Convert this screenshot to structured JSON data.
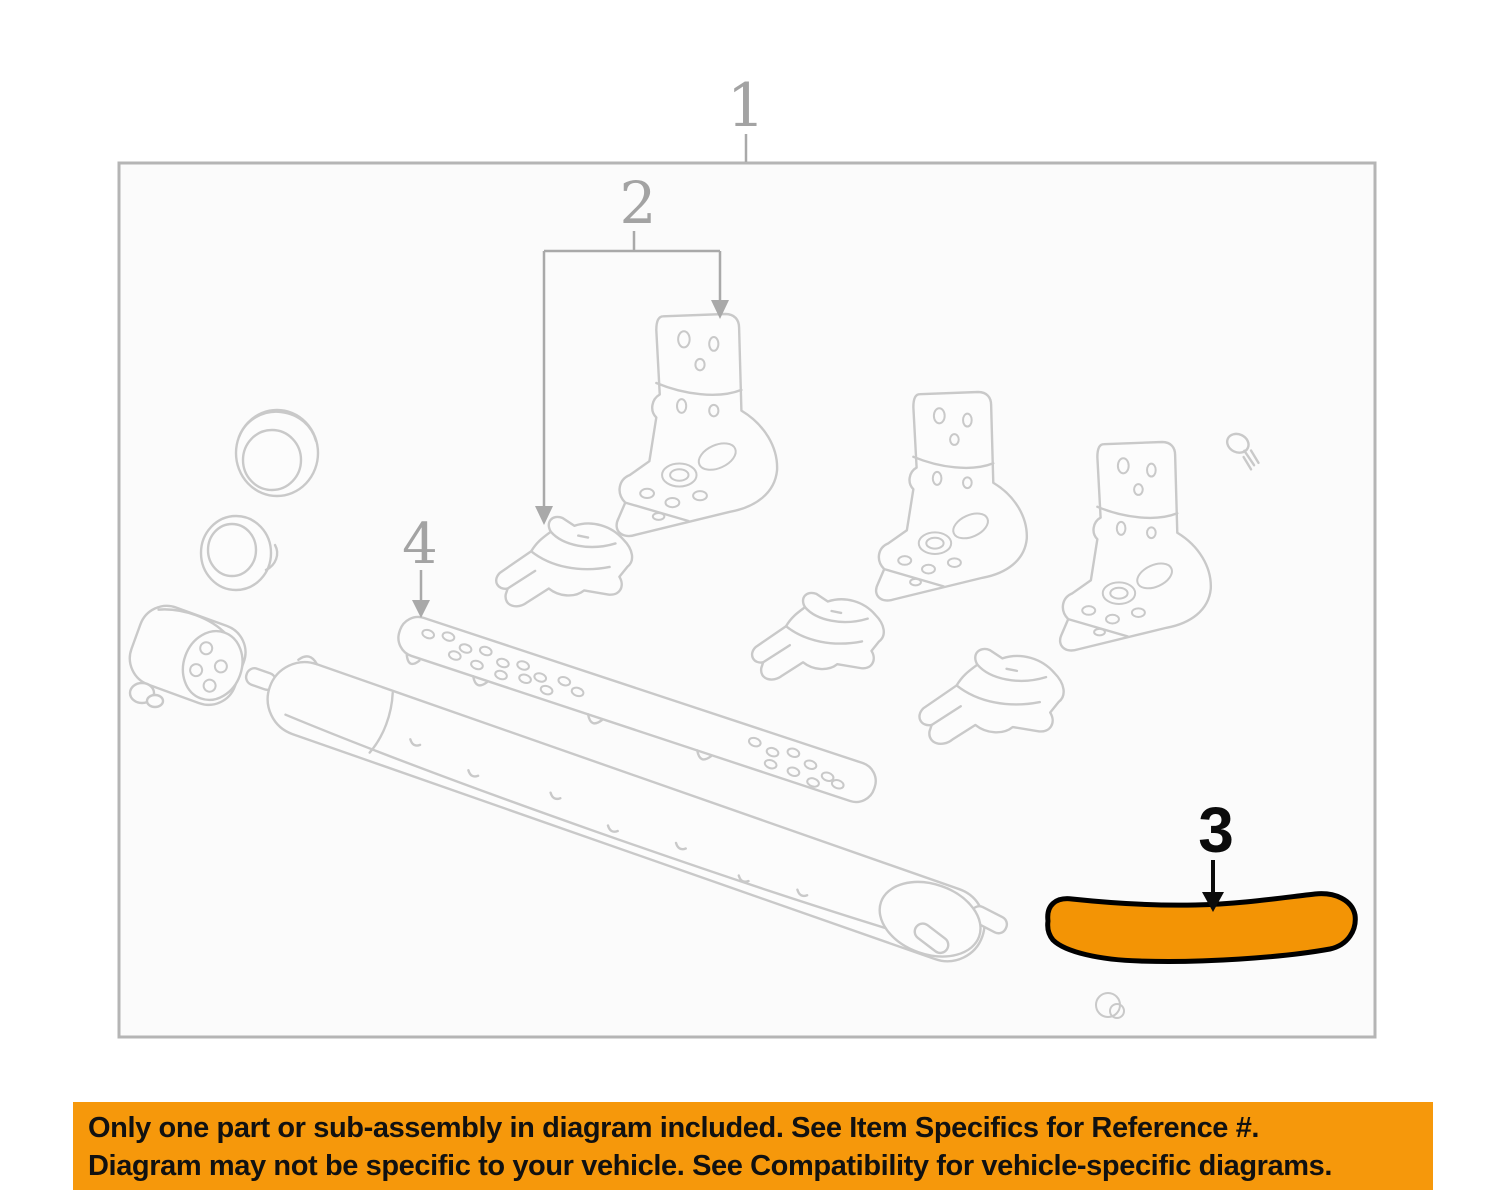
{
  "colors": {
    "line_gray": "#c9c9c9",
    "callout_gray": "#a3a3a3",
    "box_border": "#b5b5b5",
    "box_fill": "#fbfbfb",
    "highlight_orange": "#F39405",
    "highlight_outline": "#000000",
    "banner_background": "#F6980B",
    "banner_text": "#111111"
  },
  "callouts": {
    "item1": "1",
    "item2": "2",
    "item3": "3",
    "item4": "4"
  },
  "banner": {
    "line1": "Only one part or sub-assembly in diagram included. See Item Specifics for Reference #.",
    "line2": "Diagram may not be specific to your vehicle. See Compatibility for vehicle-specific diagrams."
  },
  "parts": [
    "end-cap",
    "grommet-ring",
    "frame-bushing",
    "mounting-bolt",
    "mounting-bracket-front",
    "bracket-saddle-front",
    "step-pad-strip",
    "running-board-tube",
    "bracket-saddle-middle",
    "mounting-bracket-middle",
    "mounting-bracket-rear",
    "bracket-saddle-rear",
    "hex-screw",
    "step-pad-highlighted",
    "push-clip"
  ]
}
